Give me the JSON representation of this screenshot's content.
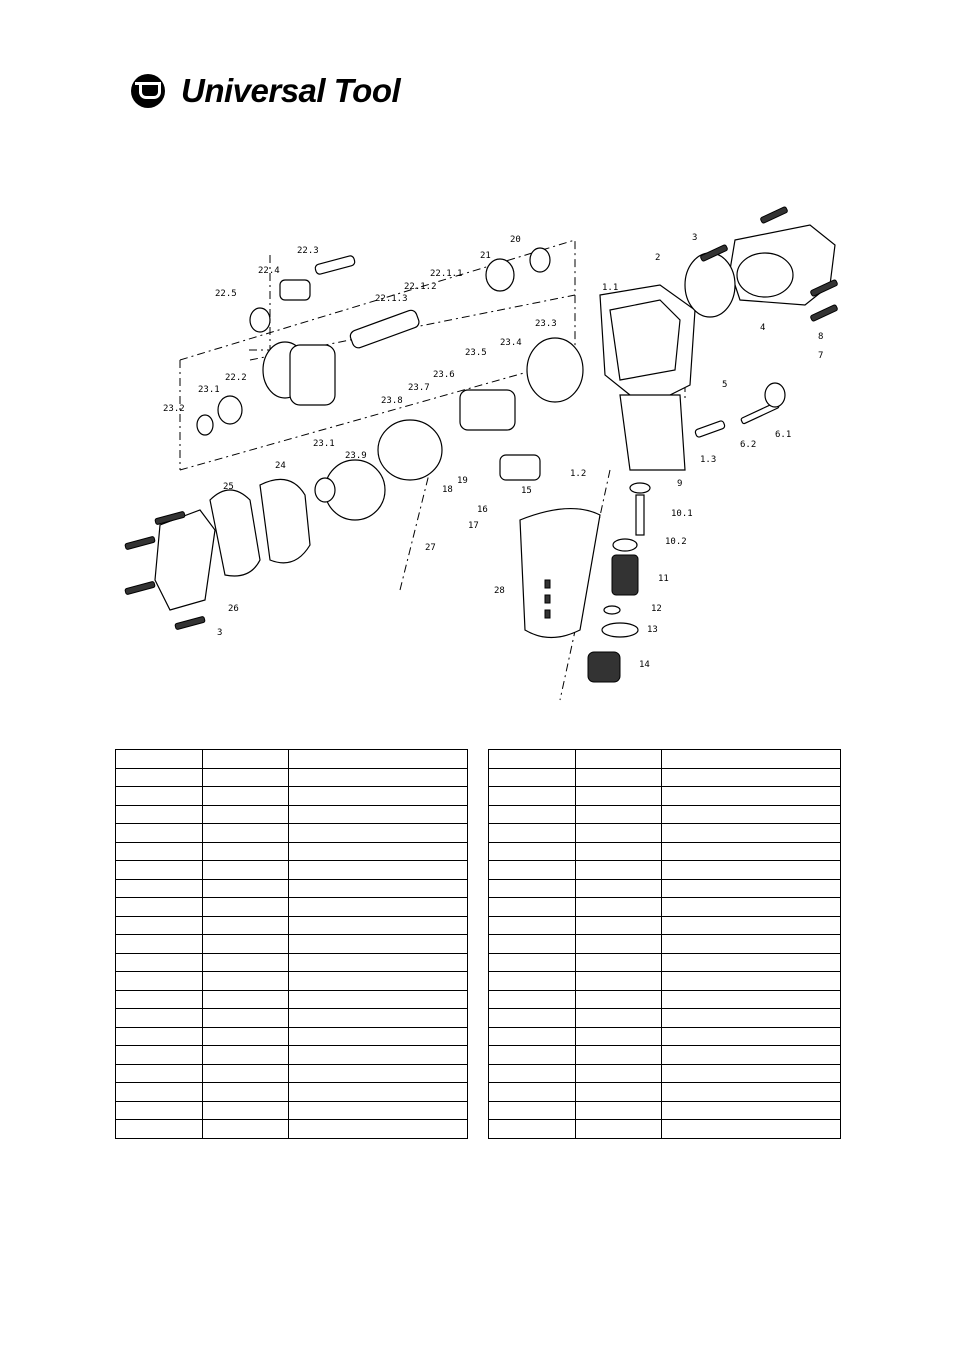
{
  "brand": {
    "name": "Universal Tool",
    "logo_icon": "u-circle-logo"
  },
  "diagram": {
    "callouts": [
      "22.3",
      "22.4",
      "22.5",
      "22.2",
      "22.1.3",
      "22.1.2",
      "22.1.1",
      "21",
      "20",
      "23.1",
      "23.2",
      "23.3",
      "23.4",
      "23.5",
      "23.6",
      "23.7",
      "23.8",
      "23.9",
      "23.1",
      "24",
      "25",
      "26",
      "3",
      "27",
      "16",
      "17",
      "18",
      "19",
      "15",
      "1.2",
      "1.1",
      "1.3",
      "2",
      "3",
      "4",
      "5",
      "6.1",
      "6.2",
      "7",
      "8",
      "9",
      "10.1",
      "10.2",
      "11",
      "12",
      "13",
      "14",
      "28"
    ]
  },
  "tables": {
    "left": {
      "rows": [
        [
          "",
          "",
          ""
        ],
        [
          "",
          "",
          ""
        ],
        [
          "",
          "",
          ""
        ],
        [
          "",
          "",
          ""
        ],
        [
          "",
          "",
          ""
        ],
        [
          "",
          "",
          ""
        ],
        [
          "",
          "",
          ""
        ],
        [
          "",
          "",
          ""
        ],
        [
          "",
          "",
          ""
        ],
        [
          "",
          "",
          ""
        ],
        [
          "",
          "",
          ""
        ],
        [
          "",
          "",
          ""
        ],
        [
          "",
          "",
          ""
        ],
        [
          "",
          "",
          ""
        ],
        [
          "",
          "",
          ""
        ],
        [
          "",
          "",
          ""
        ],
        [
          "",
          "",
          ""
        ],
        [
          "",
          "",
          ""
        ],
        [
          "",
          "",
          ""
        ],
        [
          "",
          "",
          ""
        ],
        [
          "",
          "",
          ""
        ]
      ]
    },
    "right": {
      "rows": [
        [
          "",
          "",
          ""
        ],
        [
          "",
          "",
          ""
        ],
        [
          "",
          "",
          ""
        ],
        [
          "",
          "",
          ""
        ],
        [
          "",
          "",
          ""
        ],
        [
          "",
          "",
          ""
        ],
        [
          "",
          "",
          ""
        ],
        [
          "",
          "",
          ""
        ],
        [
          "",
          "",
          ""
        ],
        [
          "",
          "",
          ""
        ],
        [
          "",
          "",
          ""
        ],
        [
          "",
          "",
          ""
        ],
        [
          "",
          "",
          ""
        ],
        [
          "",
          "",
          ""
        ],
        [
          "",
          "",
          ""
        ],
        [
          "",
          "",
          ""
        ],
        [
          "",
          "",
          ""
        ],
        [
          "",
          "",
          ""
        ],
        [
          "",
          "",
          ""
        ],
        [
          "",
          "",
          ""
        ],
        [
          "",
          "",
          ""
        ]
      ]
    }
  }
}
